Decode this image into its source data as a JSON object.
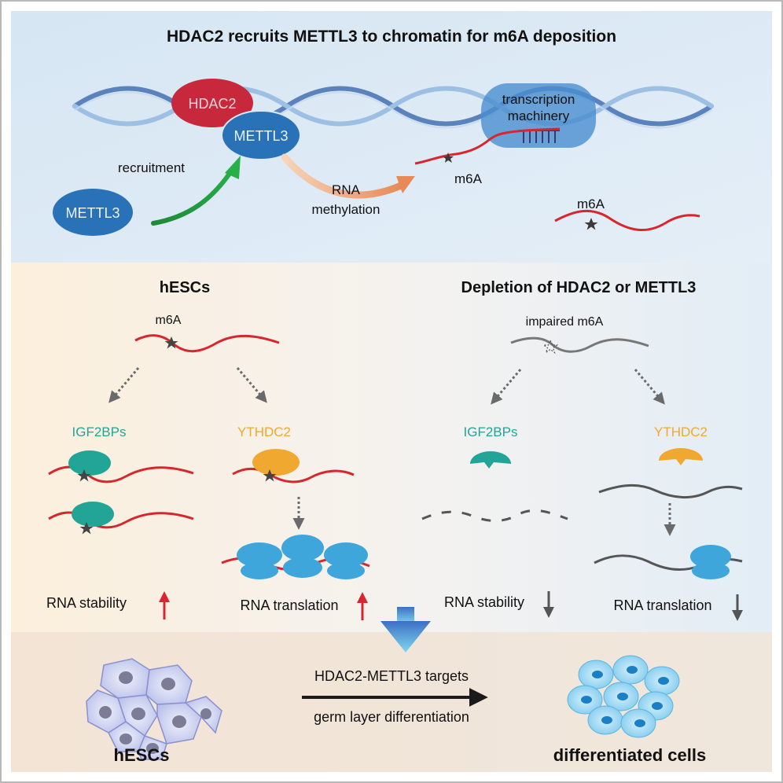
{
  "top": {
    "title": "HDAC2 recruits METTL3 to chromatin for m6A deposition",
    "hdac2": "HDAC2",
    "mettl3_bound": "METTL3",
    "mettl3_free": "METTL3",
    "recruitment": "recruitment",
    "rna_methylation_1": "RNA",
    "rna_methylation_2": "methylation",
    "machinery_1": "transcription",
    "machinery_2": "machinery",
    "m6a_nascent": "m6A",
    "m6a_released": "m6A"
  },
  "middle": {
    "left": {
      "title": "hESCs",
      "m6a": "m6A",
      "reader1": "IGF2BPs",
      "reader2": "YTHDC2",
      "outcome1": "RNA stability",
      "outcome2": "RNA translation"
    },
    "right": {
      "title": "Depletion of HDAC2 or METTL3",
      "m6a": "impaired m6A",
      "reader1": "IGF2BPs",
      "reader2": "YTHDC2",
      "outcome1": "RNA stability",
      "outcome2": "RNA translation"
    }
  },
  "bottom": {
    "left_label": "hESCs",
    "arrow_top": "HDAC2-METTL3 targets",
    "arrow_bottom": "germ layer differentiation",
    "right_label": "differentiated cells"
  },
  "colors": {
    "rna": "#d7262e",
    "rna_impaired": "#555555",
    "hdac2": "#c8283c",
    "mettl3": "#2a72b8",
    "igf2bps": "#22a597",
    "ythdc2": "#f0a830",
    "ribosome": "#3fa6dc",
    "up_arrow": "#d7262e",
    "down_arrow": "#555555"
  }
}
